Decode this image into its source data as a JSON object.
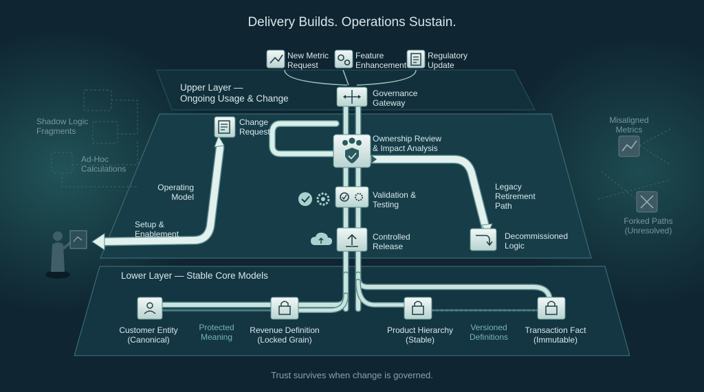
{
  "title": "Delivery Builds. Operations Sustain.",
  "footer": "Trust survives when change is governed.",
  "colors": {
    "background": "#0f2531",
    "panel_fill": "#173d48",
    "pipe_fill": "#c9e3df",
    "pipe_stroke": "#5b8d8d",
    "accent": "#74b6b3"
  },
  "inputs": [
    {
      "label": "New Metric\nRequest",
      "icon": "line-chart-icon"
    },
    {
      "label": "Feature\nEnhancement",
      "icon": "gears-icon"
    },
    {
      "label": "Regulatory\nUpdate",
      "icon": "document-icon"
    }
  ],
  "layers": {
    "upper": "Upper Layer —\nOngoing Usage & Change",
    "lower": "Lower Layer — Stable Core Models"
  },
  "process": {
    "gateway": "Governance\nGateway",
    "change_request": "Change\nRequest",
    "ownership": "Ownership Review\n& Impact Analysis",
    "validation": "Validation &\nTesting",
    "release": "Controlled\nRelease",
    "legacy": "Legacy\nRetirement\nPath",
    "decommissioned": "Decommissioned\nLogic",
    "operating_model": "Operating\nModel",
    "setup": "Setup &\nEnablement"
  },
  "shadow": {
    "fragments": "Shadow Logic\nFragments",
    "adhoc": "Ad-Hoc\nCalculations",
    "misaligned": "Misaligned\nMetrics",
    "forked": "Forked Paths\n(Unresolved)"
  },
  "core": {
    "customer": "Customer Entity\n(Canonical)",
    "protected": "Protected\nMeaning",
    "revenue": "Revenue Definition\n(Locked Grain)",
    "product": "Product Hierarchy\n(Stable)",
    "versioned": "Versioned\nDefinitions",
    "transaction": "Transaction Fact\n(Immutable)"
  }
}
